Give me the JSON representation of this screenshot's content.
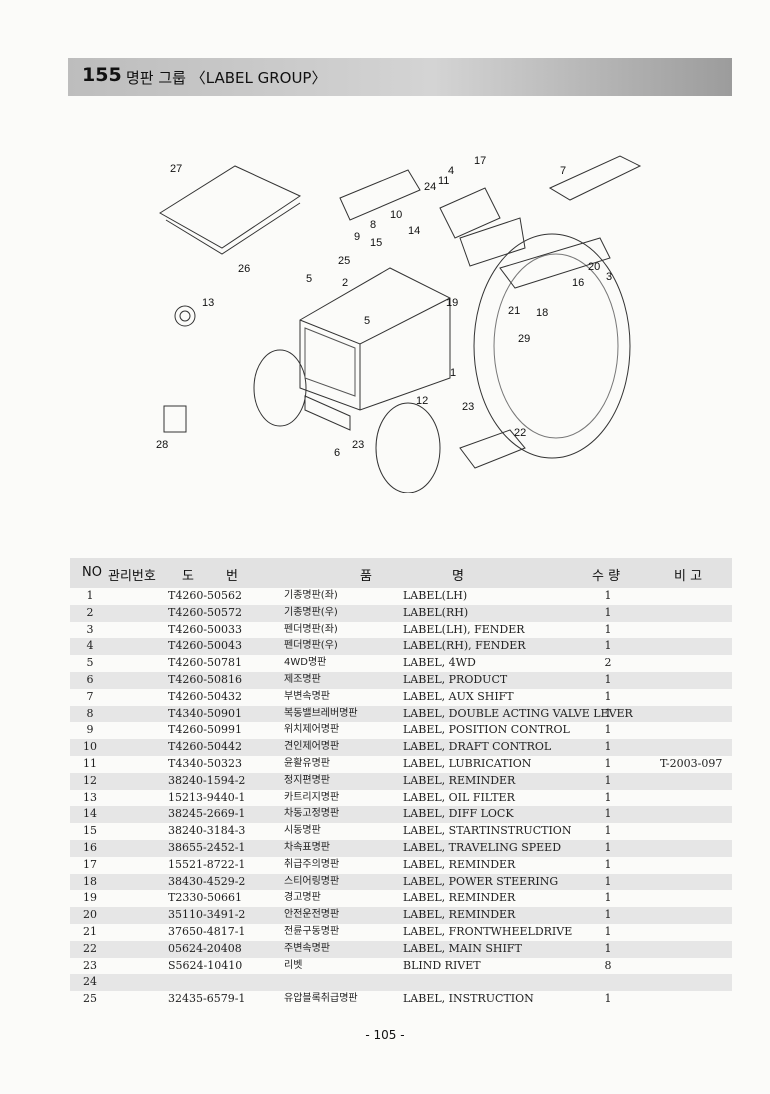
{
  "header": {
    "number": "155",
    "title": "명판 그룹 〈LABEL GROUP〉"
  },
  "diagram": {
    "callouts": [
      "1",
      "2",
      "3",
      "4",
      "5",
      "5",
      "6",
      "7",
      "8",
      "9",
      "10",
      "11",
      "12",
      "13",
      "14",
      "15",
      "16",
      "17",
      "18",
      "19",
      "20",
      "21",
      "22",
      "23",
      "23",
      "24",
      "25",
      "26",
      "27",
      "28",
      "29"
    ]
  },
  "table": {
    "headers": {
      "no": "NO",
      "mgmt": "관리번호",
      "drawing_1": "도",
      "drawing_2": "번",
      "item_1": "품",
      "item_2": "명",
      "qty": "수 량",
      "remark": "비 고"
    },
    "rows": [
      {
        "no": "1",
        "part": "T4260-50562",
        "kname": "기종명판(좌)",
        "ename": "LABEL(LH)",
        "qty": "1",
        "remark": ""
      },
      {
        "no": "2",
        "part": "T4260-50572",
        "kname": "기종명판(우)",
        "ename": "LABEL(RH)",
        "qty": "1",
        "remark": ""
      },
      {
        "no": "3",
        "part": "T4260-50033",
        "kname": "펜더명판(좌)",
        "ename": "LABEL(LH), FENDER",
        "qty": "1",
        "remark": ""
      },
      {
        "no": "4",
        "part": "T4260-50043",
        "kname": "펜더명판(우)",
        "ename": "LABEL(RH), FENDER",
        "qty": "1",
        "remark": ""
      },
      {
        "no": "5",
        "part": "T4260-50781",
        "kname": "4WD명판",
        "ename": "LABEL, 4WD",
        "qty": "2",
        "remark": ""
      },
      {
        "no": "6",
        "part": "T4260-50816",
        "kname": "제조명판",
        "ename": "LABEL, PRODUCT",
        "qty": "1",
        "remark": ""
      },
      {
        "no": "7",
        "part": "T4260-50432",
        "kname": "부변속명판",
        "ename": "LABEL, AUX SHIFT",
        "qty": "1",
        "remark": ""
      },
      {
        "no": "8",
        "part": "T4340-50901",
        "kname": "복동밸브레버명판",
        "ename": "LABEL, DOUBLE ACTING VALVE LEVER",
        "qty": "1",
        "remark": ""
      },
      {
        "no": "9",
        "part": "T4260-50991",
        "kname": "위치제어명판",
        "ename": "LABEL, POSITION CONTROL",
        "qty": "1",
        "remark": ""
      },
      {
        "no": "10",
        "part": "T4260-50442",
        "kname": "견인제어명판",
        "ename": "LABEL, DRAFT CONTROL",
        "qty": "1",
        "remark": ""
      },
      {
        "no": "11",
        "part": "T4340-50323",
        "kname": "윤활유명판",
        "ename": "LABEL, LUBRICATION",
        "qty": "1",
        "remark": "T-2003-097"
      },
      {
        "no": "12",
        "part": "38240-1594-2",
        "kname": "정지편명판",
        "ename": "LABEL, REMINDER",
        "qty": "1",
        "remark": ""
      },
      {
        "no": "13",
        "part": "15213-9440-1",
        "kname": "카트리지명판",
        "ename": "LABEL, OIL FILTER",
        "qty": "1",
        "remark": ""
      },
      {
        "no": "14",
        "part": "38245-2669-1",
        "kname": "차동고정명판",
        "ename": "LABEL, DIFF LOCK",
        "qty": "1",
        "remark": ""
      },
      {
        "no": "15",
        "part": "38240-3184-3",
        "kname": "시동명판",
        "ename": "LABEL, STARTINSTRUCTION",
        "qty": "1",
        "remark": ""
      },
      {
        "no": "16",
        "part": "38655-2452-1",
        "kname": "차속표명판",
        "ename": "LABEL, TRAVELING SPEED",
        "qty": "1",
        "remark": ""
      },
      {
        "no": "17",
        "part": "15521-8722-1",
        "kname": "취급주의명판",
        "ename": "LABEL, REMINDER",
        "qty": "1",
        "remark": ""
      },
      {
        "no": "18",
        "part": "38430-4529-2",
        "kname": "스티어링명판",
        "ename": "LABEL, POWER STEERING",
        "qty": "1",
        "remark": ""
      },
      {
        "no": "19",
        "part": "T2330-50661",
        "kname": "경고명판",
        "ename": "LABEL, REMINDER",
        "qty": "1",
        "remark": ""
      },
      {
        "no": "20",
        "part": "35110-3491-2",
        "kname": "안전운전명판",
        "ename": "LABEL, REMINDER",
        "qty": "1",
        "remark": ""
      },
      {
        "no": "21",
        "part": "37650-4817-1",
        "kname": "전륜구동명판",
        "ename": "LABEL, FRONTWHEELDRIVE",
        "qty": "1",
        "remark": ""
      },
      {
        "no": "22",
        "part": "05624-20408",
        "kname": "주변속명판",
        "ename": "LABEL, MAIN SHIFT",
        "qty": "1",
        "remark": ""
      },
      {
        "no": "23",
        "part": "S5624-10410",
        "kname": "리벳",
        "ename": "BLIND RIVET",
        "qty": "8",
        "remark": ""
      },
      {
        "no": "24",
        "part": "",
        "kname": "",
        "ename": "",
        "qty": "",
        "remark": ""
      },
      {
        "no": "25",
        "part": "32435-6579-1",
        "kname": "유압블록취급명판",
        "ename": "LABEL, INSTRUCTION",
        "qty": "1",
        "remark": ""
      }
    ]
  },
  "footer": {
    "page": "- 105 -"
  }
}
